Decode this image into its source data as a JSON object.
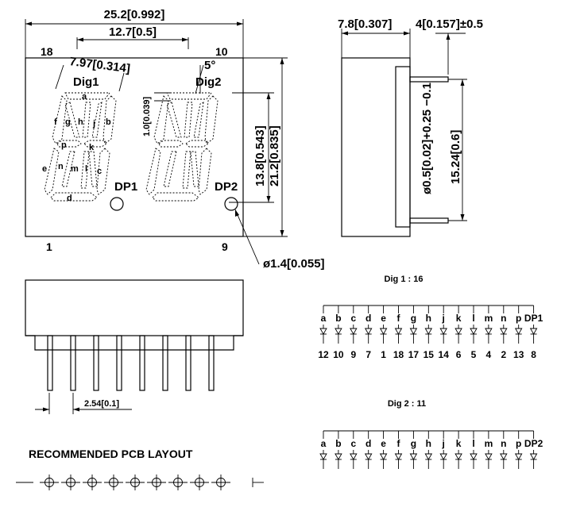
{
  "dimensions": {
    "overall_width": "25.2[0.992]",
    "digit_pitch": "12.7[0.5]",
    "digit_width": "7.97[0.314]",
    "slant_angle": "5°",
    "segment_width": "1.0[0.039]",
    "digit_height": "13.8[0.543]",
    "overall_height": "21.2[0.835]",
    "side_depth": "7.8[0.307]",
    "pin_length": "4[0.157]±0.5",
    "pin_diameter": "ø0.5[0.02]+0.25 −0.1",
    "row_spacing": "15.24[0.6]",
    "dp_diameter": "ø1.4[0.055]",
    "pin_pitch": "2.54[0.1]"
  },
  "front_view": {
    "pin_top_left": "18",
    "pin_top_right": "10",
    "pin_bottom_left": "1",
    "pin_bottom_right": "9",
    "digit1_label": "Dig1",
    "digit2_label": "Dig2",
    "dp1_label": "DP1",
    "dp2_label": "DP2",
    "segment_labels": [
      "a",
      "f",
      "g",
      "h",
      "j",
      "b",
      "p",
      "k",
      "e",
      "n",
      "m",
      "l",
      "c",
      "d"
    ]
  },
  "circuit1": {
    "title": "Dig 1 : 16",
    "segments": [
      "a",
      "b",
      "c",
      "d",
      "e",
      "f",
      "g",
      "h",
      "j",
      "k",
      "l",
      "m",
      "n",
      "p",
      "DP1"
    ],
    "pins": [
      "12",
      "10",
      "9",
      "7",
      "1",
      "18",
      "17",
      "15",
      "14",
      "6",
      "5",
      "4",
      "2",
      "13",
      "8"
    ]
  },
  "circuit2": {
    "title": "Dig 2 : 11",
    "segments": [
      "a",
      "b",
      "c",
      "d",
      "e",
      "f",
      "g",
      "h",
      "j",
      "k",
      "l",
      "m",
      "n",
      "p",
      "DP2"
    ]
  },
  "pcb_title": "RECOMMENDED PCB LAYOUT",
  "pcb_pad_count": 9
}
